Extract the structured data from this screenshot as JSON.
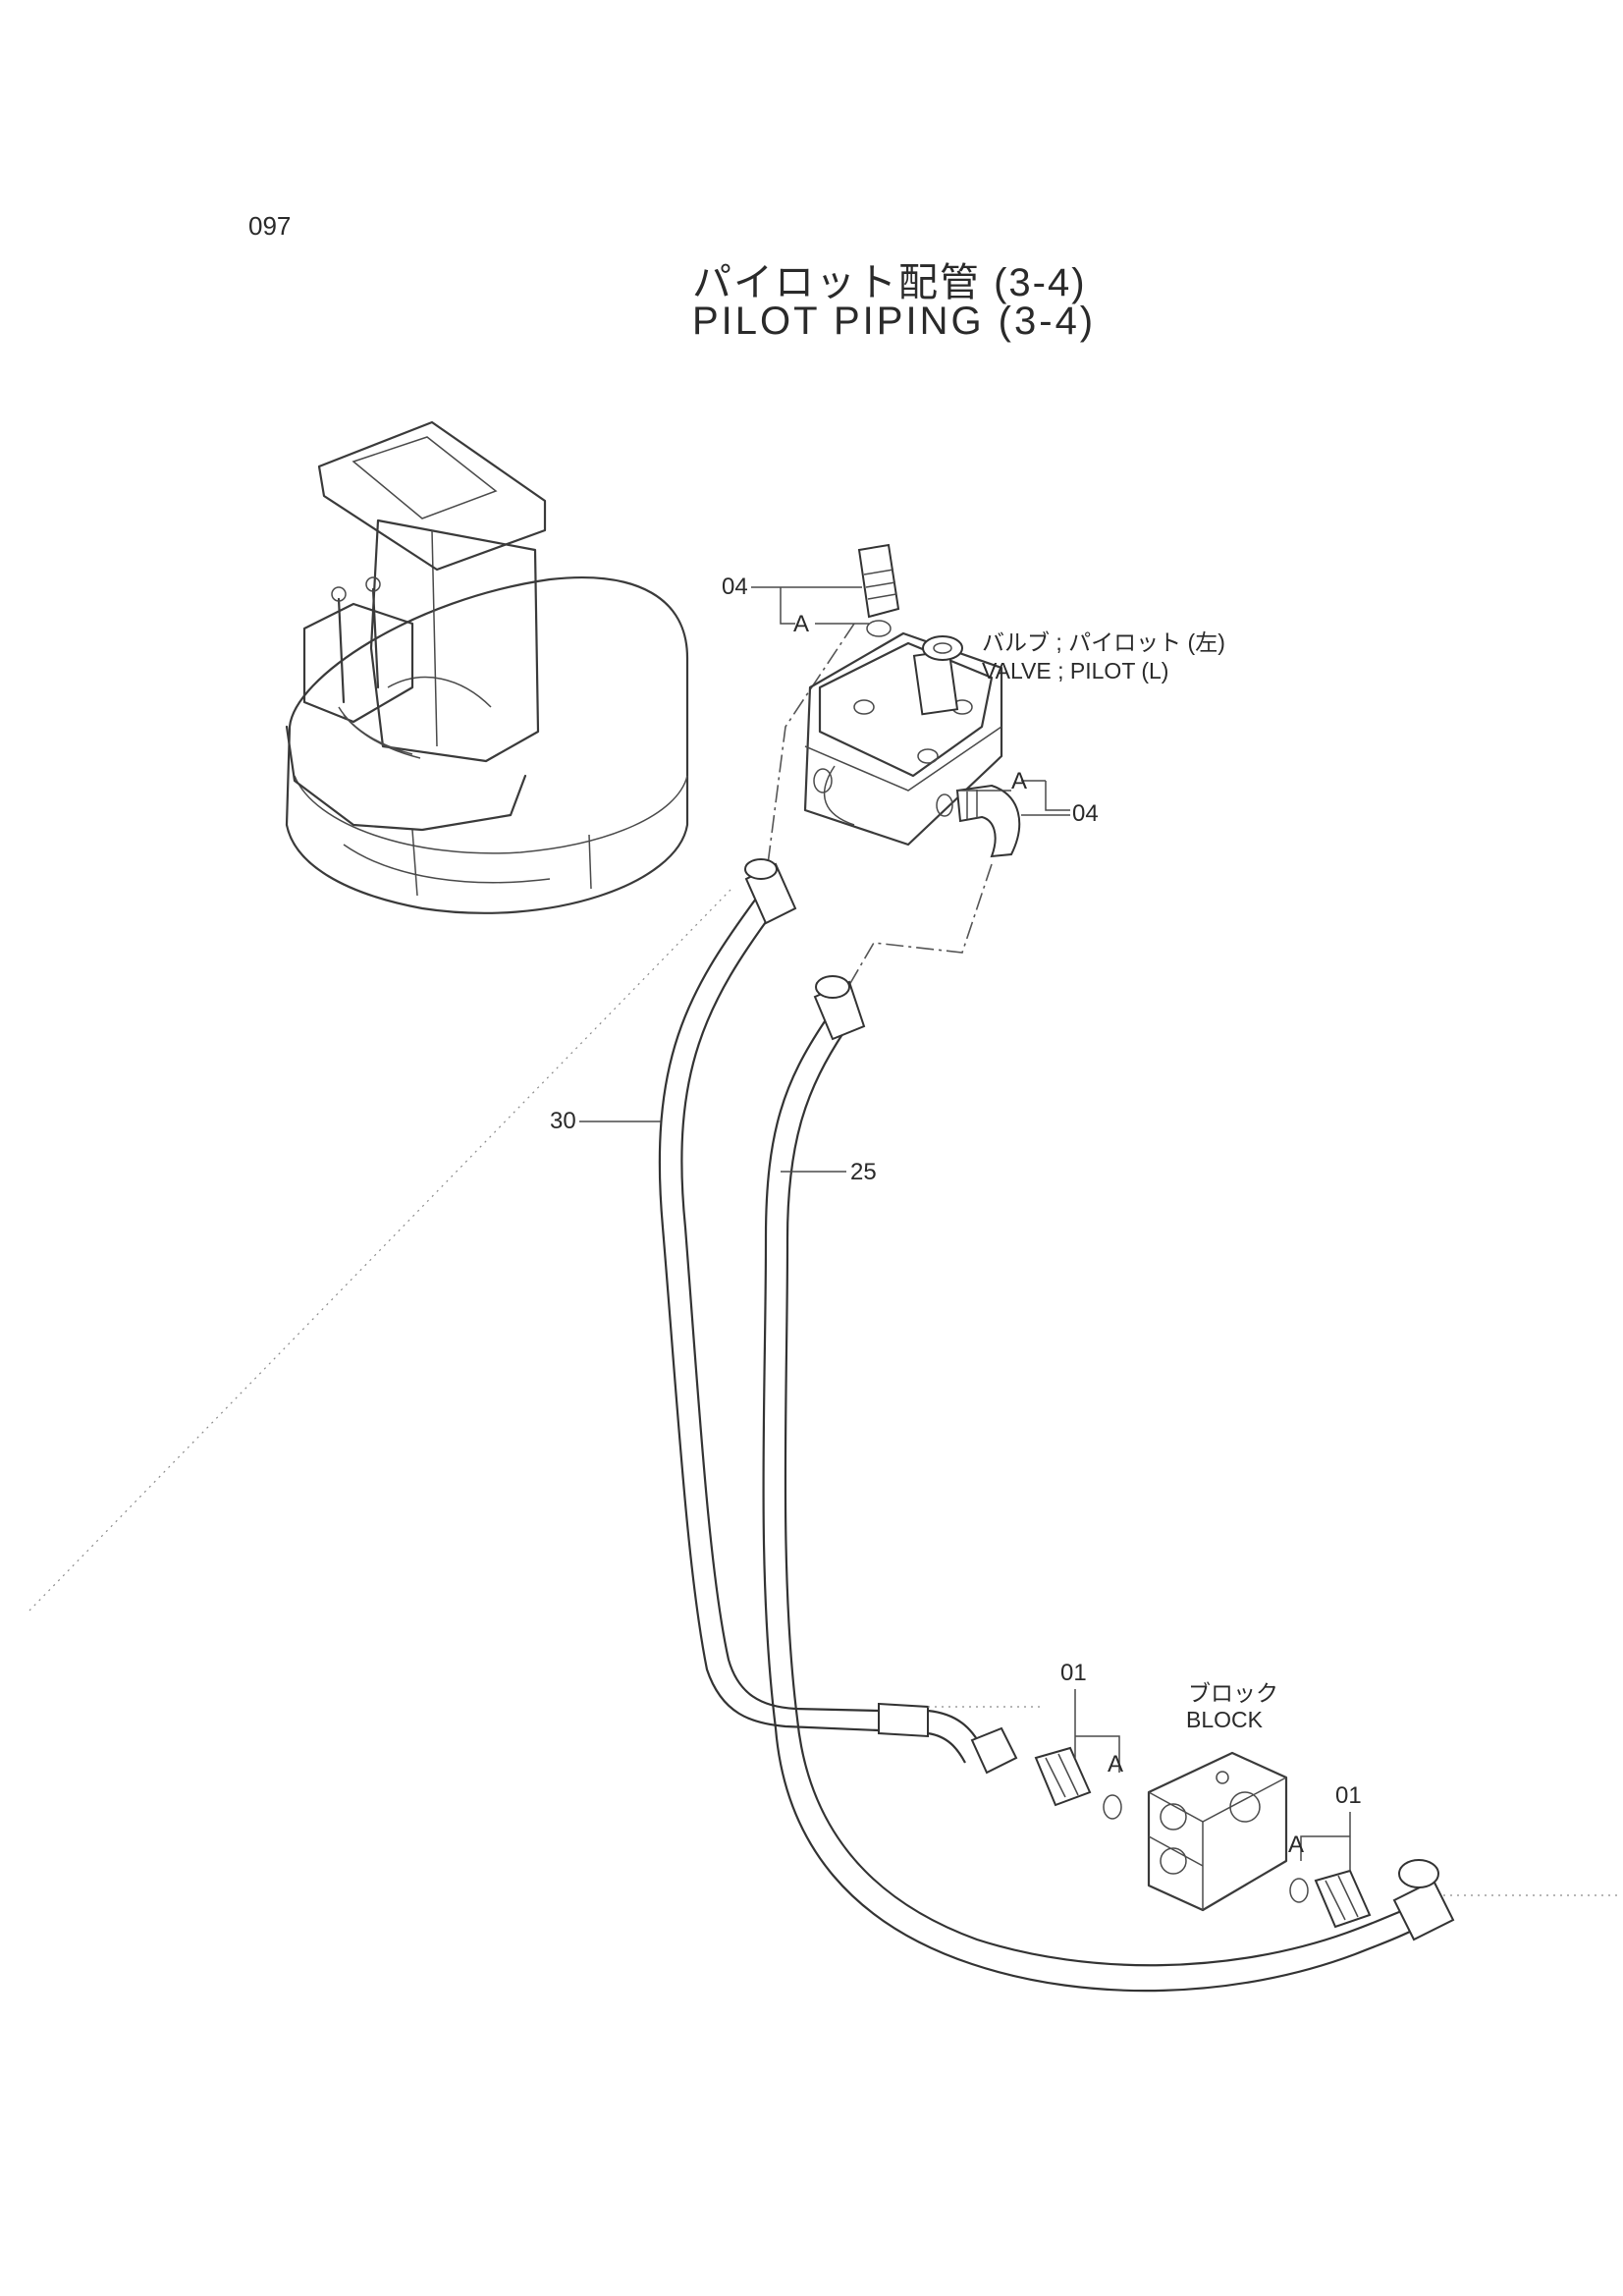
{
  "page": {
    "number": "097",
    "title_jp": "パイロット配管 (3-4)",
    "title_en": "PILOT PIPING (3-4)"
  },
  "callouts": {
    "valve_pilot_jp": "バルブ ; パイロット (左)",
    "valve_pilot_en": "VALVE ; PILOT (L)",
    "block_jp": "ブロック",
    "block_en": "BLOCK",
    "part_04_top": "04",
    "part_04_right": "04",
    "ref_a_top": "A",
    "ref_a_right": "A",
    "ref_a_left_block": "A",
    "ref_a_right_block": "A",
    "part_01_left": "01",
    "part_01_right": "01",
    "part_30": "30",
    "part_25": "25"
  }
}
